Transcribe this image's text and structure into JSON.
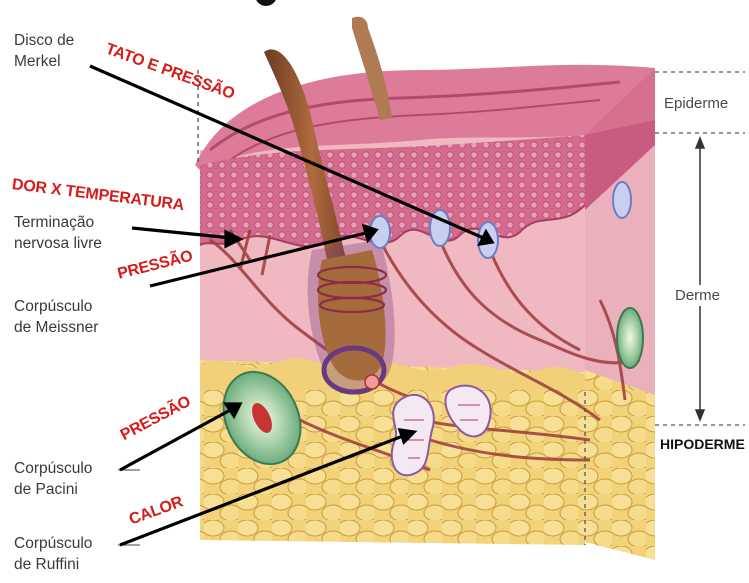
{
  "colors": {
    "annotation_red": "#d61b1b",
    "label_grey": "#3a3a3a",
    "epidermis_pink": "#d8708f",
    "dermis_pink": "#efb3bd",
    "hypodermis_yellow": "#f1cf6e"
  },
  "labels": {
    "merkel": [
      "Disco de",
      "Merkel"
    ],
    "terminacao": [
      "Terminação",
      "nervosa livre"
    ],
    "meissner": [
      "Corpúsculo",
      "de Meissner"
    ],
    "pacini": [
      "Corpúsculo",
      "de Pacini"
    ],
    "ruffini": [
      "Corpúsculo",
      "de Ruffini"
    ]
  },
  "annotations": {
    "tato": "TATO E PRESSÃO",
    "dor": "DOR X TEMPERATURA",
    "pressao1": "PRESSÃO",
    "pressao2": "PRESSÃO",
    "calor": "CALOR"
  },
  "layers": {
    "epiderme": "Epiderme",
    "derme": "Derme",
    "hipoderme": "HIPODERME"
  }
}
